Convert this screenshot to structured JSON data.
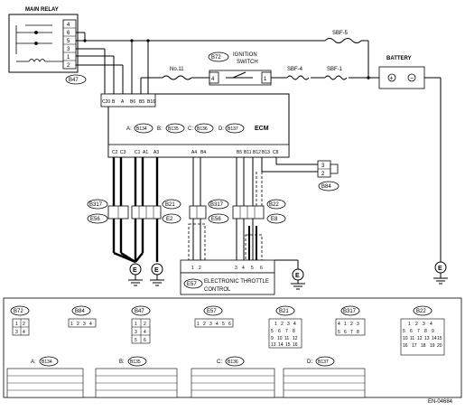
{
  "diagram": {
    "main_relay_label": "MAIN RELAY",
    "main_relay_pins": [
      "4",
      "6",
      "5",
      "3",
      "1",
      "2"
    ],
    "main_relay_connector": "B47",
    "ecm_label": "ECM",
    "ecm_connectors_row": [
      {
        "prefix": "A:",
        "code": "B134"
      },
      {
        "prefix": "B:",
        "code": "B135"
      },
      {
        "prefix": "C:",
        "code": "B136"
      },
      {
        "prefix": "D:",
        "code": "B137"
      }
    ],
    "ecm_top_pins": [
      "C20",
      "B",
      "A",
      "B6",
      "B5",
      "B16"
    ],
    "ecm_bottom_pins": [
      "C2",
      "C3",
      "C1",
      "A1",
      "A3",
      "A4",
      "B4",
      "B5",
      "B11",
      "B12",
      "B13",
      "C8"
    ],
    "ignition_switch_label": "IGNITION\nSWITCH",
    "ignition_connector": "B72",
    "ignition_pins": [
      "4",
      "1"
    ],
    "fuse_no11": "No.11",
    "fuse_sbf4": "SBF-4",
    "fuse_sbf1": "SBF-1",
    "fuse_sbf5": "SBF-5",
    "battery_label": "BATTERY",
    "b84": "B84",
    "b84_pins": [
      "3",
      "2"
    ],
    "left_connectors": [
      {
        "top": "B317",
        "bottom": "E56"
      },
      {
        "top": "B21",
        "bottom": "E2"
      },
      {
        "top": "B317",
        "bottom": "E56"
      },
      {
        "top": "B22",
        "bottom": "E8"
      }
    ],
    "etc_label": "ELECTRONIC THROTTLE\nCONTROL",
    "etc_connector": "E57",
    "etc_pins": [
      "1",
      "2",
      "3",
      "4",
      "5",
      "6"
    ],
    "ground_symbol": "E",
    "bottom_connectors": [
      {
        "code": "B72",
        "pins": [
          "1",
          "2",
          "3",
          "4"
        ]
      },
      {
        "code": "B84",
        "pins": [
          "1",
          "2",
          "3",
          "4"
        ]
      },
      {
        "code": "B47",
        "pins": [
          "1",
          "2",
          "3",
          "4",
          "5",
          "6"
        ]
      },
      {
        "code": "E57",
        "pins": [
          "1",
          "2",
          "3",
          "4",
          "5",
          "6"
        ]
      },
      {
        "code": "B21",
        "pins": [
          "1",
          "2",
          "3",
          "4",
          "5",
          "6",
          "7",
          "8",
          "9",
          "10",
          "11",
          "12",
          "13",
          "14",
          "15",
          "16"
        ]
      },
      {
        "code": "B317",
        "pins": [
          "1",
          "2",
          "3",
          "4",
          "5",
          "6",
          "7",
          "8"
        ]
      },
      {
        "code": "B22",
        "pins": [
          "1",
          "2",
          "3",
          "4",
          "5",
          "6",
          "7",
          "8",
          "9",
          "10",
          "11",
          "12",
          "13",
          "14",
          "15",
          "16",
          "17",
          "18",
          "19",
          "20"
        ]
      }
    ],
    "ecm_connector_views": [
      {
        "prefix": "A:",
        "code": "B134"
      },
      {
        "prefix": "B:",
        "code": "B135"
      },
      {
        "prefix": "C:",
        "code": "B136"
      },
      {
        "prefix": "D:",
        "code": "B137"
      }
    ],
    "doc_code": "EN-04684"
  }
}
